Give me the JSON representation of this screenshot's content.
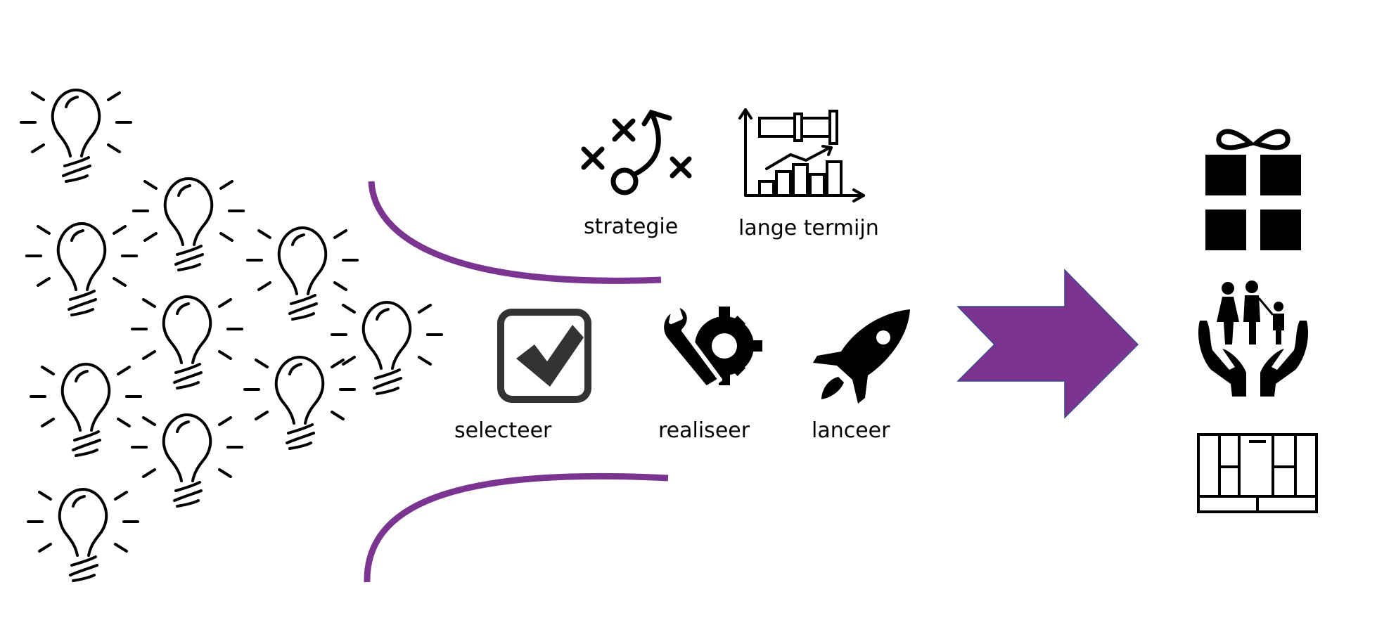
{
  "colors": {
    "accent": "#7b3590",
    "ink": "#000000",
    "checkbox": "#333333"
  },
  "icons": {
    "ideas": "lightbulb-icon",
    "strategy": "strategy-play-icon",
    "long_term": "binoculars-chart-icon",
    "select": "checkbox-checked-icon",
    "realize": "wrench-gear-icon",
    "launch": "rocket-icon",
    "arrow": "big-arrow-icon",
    "outcome_1": "gift-icon",
    "outcome_2": "family-care-icon",
    "outcome_3": "canvas-grid-icon"
  },
  "labels": {
    "strategy": "strategie",
    "long_term": "lange termijn",
    "select": "selecteer",
    "realize": "realiseer",
    "launch": "lanceer"
  }
}
